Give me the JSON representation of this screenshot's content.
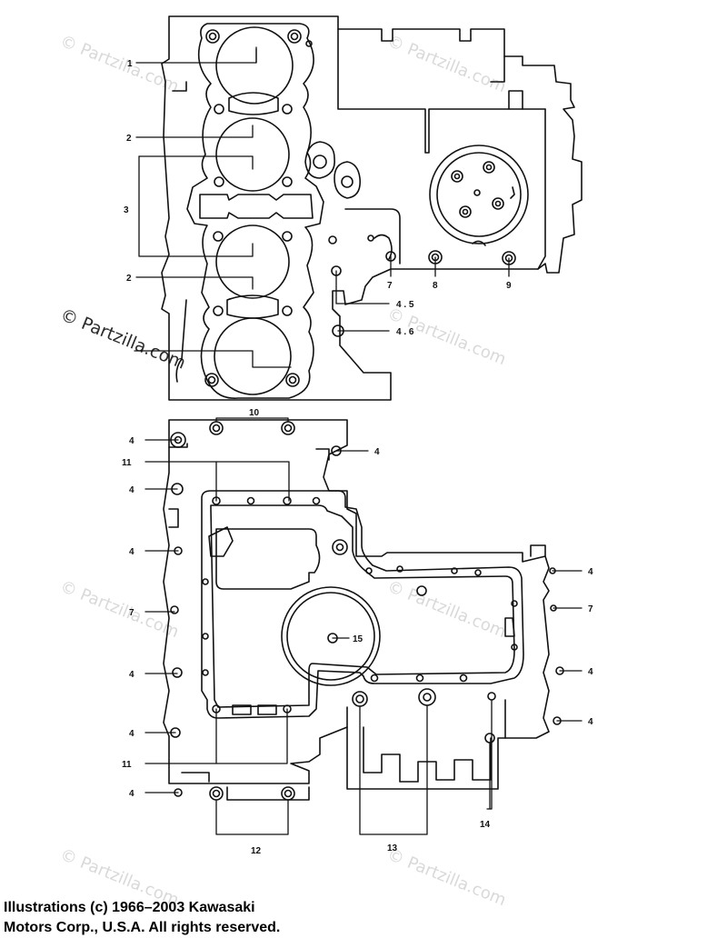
{
  "watermark": {
    "text": "© Partzilla.com"
  },
  "callouts": {
    "c1": "1",
    "c2a": "2",
    "c3": "3",
    "c2b": "2",
    "c7a": "7",
    "c8": "8",
    "c9": "9",
    "c45": "4 . 5",
    "c46": "4 . 6",
    "c10": "10",
    "c4a": "4",
    "c4b": "4",
    "c11a": "11",
    "c4c": "4",
    "c4d": "4",
    "c7b": "7",
    "c4e": "4",
    "c4f": "4",
    "c11b": "11",
    "c4g": "4",
    "c12": "12",
    "c15": "15",
    "c13": "13",
    "c14": "14",
    "c4h": "4",
    "c7c": "7",
    "c4i": "4",
    "c4j": "4"
  },
  "copyright": {
    "line1": "Illustrations (c) 1966–2003 Kawasaki",
    "line2": "Motors Corp., U.S.A.  All rights reserved."
  }
}
